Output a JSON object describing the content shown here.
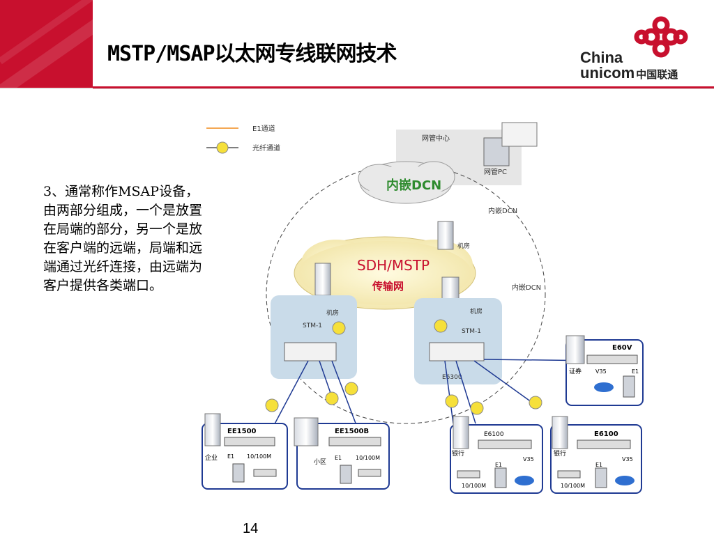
{
  "slide": {
    "title": "MSTP/MSAP以太网专线联网技术",
    "body_text": "3、通常称作MSAP设备，由两部分组成，一个是放置在局端的部分，另一个是放在客户端的远端，局端和远端通过光纤连接，由远端为客户提供各类端口。",
    "page_number": "14",
    "accent_color": "#c8102e"
  },
  "logo": {
    "word1": "China",
    "word2": "unicom",
    "cn": "中国联通"
  },
  "diagram": {
    "legend": {
      "e1": "E1通道",
      "fiber": "光纤通道"
    },
    "nms_center": "网管中心",
    "nms_pc": "网管PC",
    "dcn_cloud": "内嵌DCN",
    "dcn_label_1": "内嵌DCN",
    "dcn_label_2": "内嵌DCN",
    "sdh_title": "SDH/MSTP",
    "sdh_sub": "传输网",
    "machine_room": "机房",
    "stm1": "STM-1",
    "e6300": "E6300",
    "sites": {
      "e60v": {
        "model": "E60V",
        "customer": "证券",
        "port1": "V35",
        "port2": "E1"
      },
      "ee1500": {
        "model": "EE1500",
        "customer": "企业",
        "port1": "E1",
        "port2": "10/100M"
      },
      "ee1500b": {
        "model": "EE1500B",
        "customer": "小区",
        "port1": "E1",
        "port2": "10/100M"
      },
      "e6100a": {
        "model": "E6100",
        "customer": "银行",
        "port1": "E1",
        "port2": "V35",
        "port3": "10/100M"
      },
      "e6100b": {
        "model": "E6100",
        "customer": "银行",
        "port1": "E1",
        "port2": "V35",
        "port3": "10/100M"
      }
    }
  }
}
